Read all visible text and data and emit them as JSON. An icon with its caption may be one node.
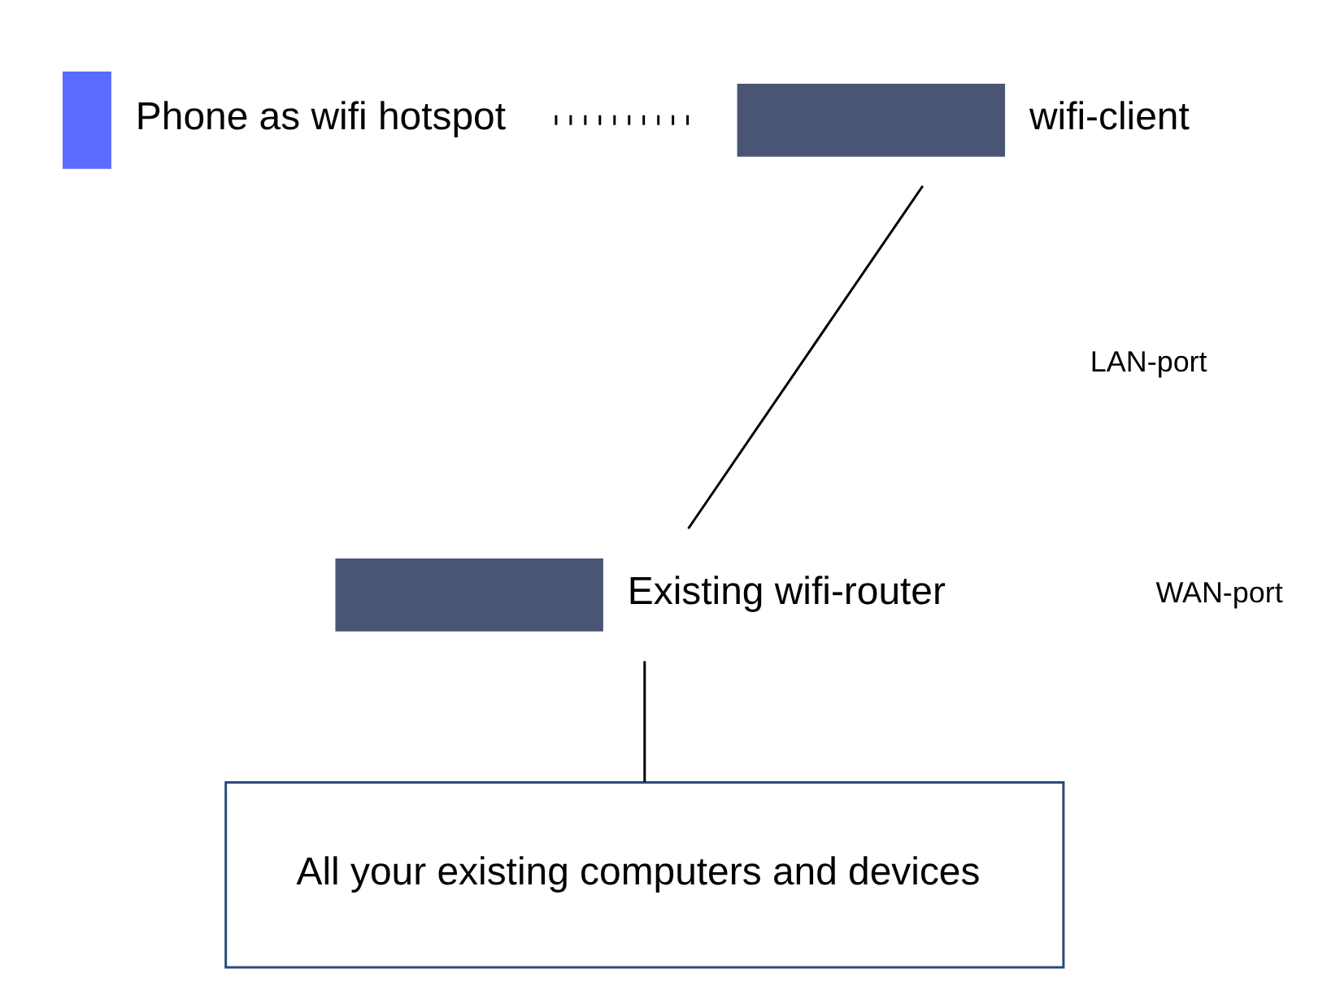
{
  "diagram": {
    "nodes": [
      {
        "text": [],
        "shape": "box",
        "beside": [
          "Phone as wifi hotspot"
        ]
      },
      {
        "text": [],
        "shape": "box",
        "beside": [
          "wifi-client"
        ]
      },
      {
        "text": [],
        "shape": "box",
        "beside": [
          "Existing wifi-router"
        ]
      },
      {
        "text": [
          "All your existing computers and devices"
        ]
      }
    ],
    "edges": [
      {
        "from": 0,
        "to": 1,
        "arrow": "none",
        "style": "dashed"
      },
      {
        "from": 1,
        "to": 2,
        "arrow": "none"
      },
      {
        "from": 2,
        "to": 3,
        "arrow": "none"
      }
    ],
    "labels": [
      "LAN-port",
      "WAN-port"
    ]
  }
}
